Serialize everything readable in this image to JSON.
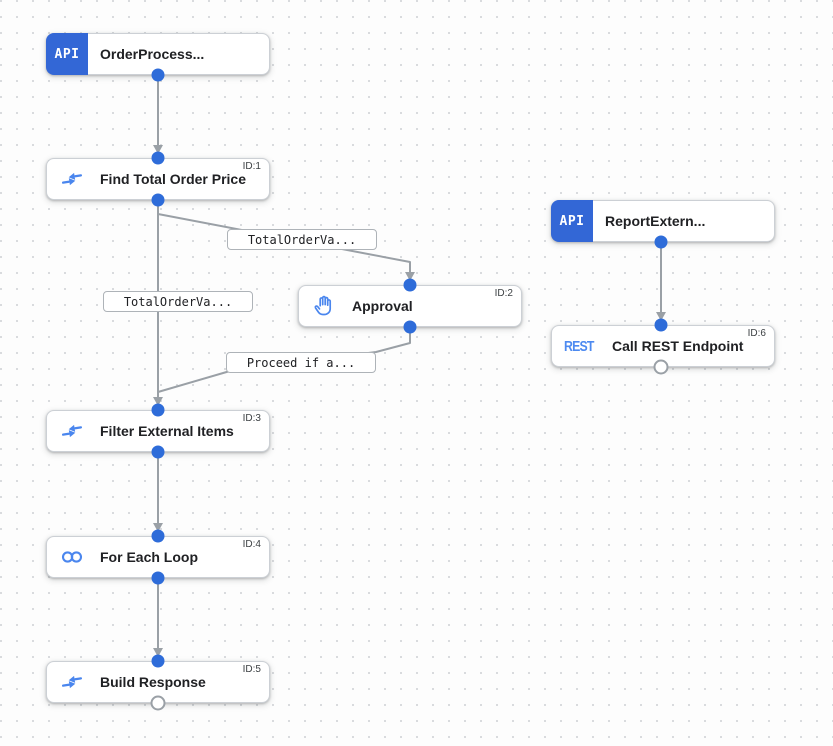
{
  "canvas_name": "integration-designer-canvas",
  "badges": {
    "api": "API",
    "rest": "REST"
  },
  "nodes": [
    {
      "title": "OrderProcess...",
      "id_label": "",
      "kind": "api-trigger",
      "icon": "api-badge"
    },
    {
      "title": "Find Total Order Price",
      "id_label": "ID:1",
      "kind": "task",
      "icon": "data-mapping-icon"
    },
    {
      "title": "Approval",
      "id_label": "ID:2",
      "kind": "task",
      "icon": "approval-hand-icon"
    },
    {
      "title": "Filter External Items",
      "id_label": "ID:3",
      "kind": "task",
      "icon": "data-mapping-icon"
    },
    {
      "title": "For Each Loop",
      "id_label": "ID:4",
      "kind": "task",
      "icon": "for-each-loop-icon"
    },
    {
      "title": "Build Response",
      "id_label": "ID:5",
      "kind": "task",
      "icon": "data-mapping-icon"
    },
    {
      "title": "ReportExtern...",
      "id_label": "",
      "kind": "api-trigger",
      "icon": "api-badge"
    },
    {
      "title": "Call REST Endpoint",
      "id_label": "ID:6",
      "kind": "task",
      "icon": "rest-text-icon"
    }
  ],
  "edge_labels": [
    "TotalOrderVa...",
    "TotalOrderVa...",
    "Proceed if a..."
  ],
  "colors": {
    "node_border": "#ccd0d5",
    "edge_gray": "#9aa0a6",
    "port_blue": "#2e6cd9",
    "icon_blue": "#4a86ee",
    "api_badge_blue": "#3367d6",
    "rest_text_blue": "#4d8af0",
    "grid_dot": "#d9dbde"
  }
}
